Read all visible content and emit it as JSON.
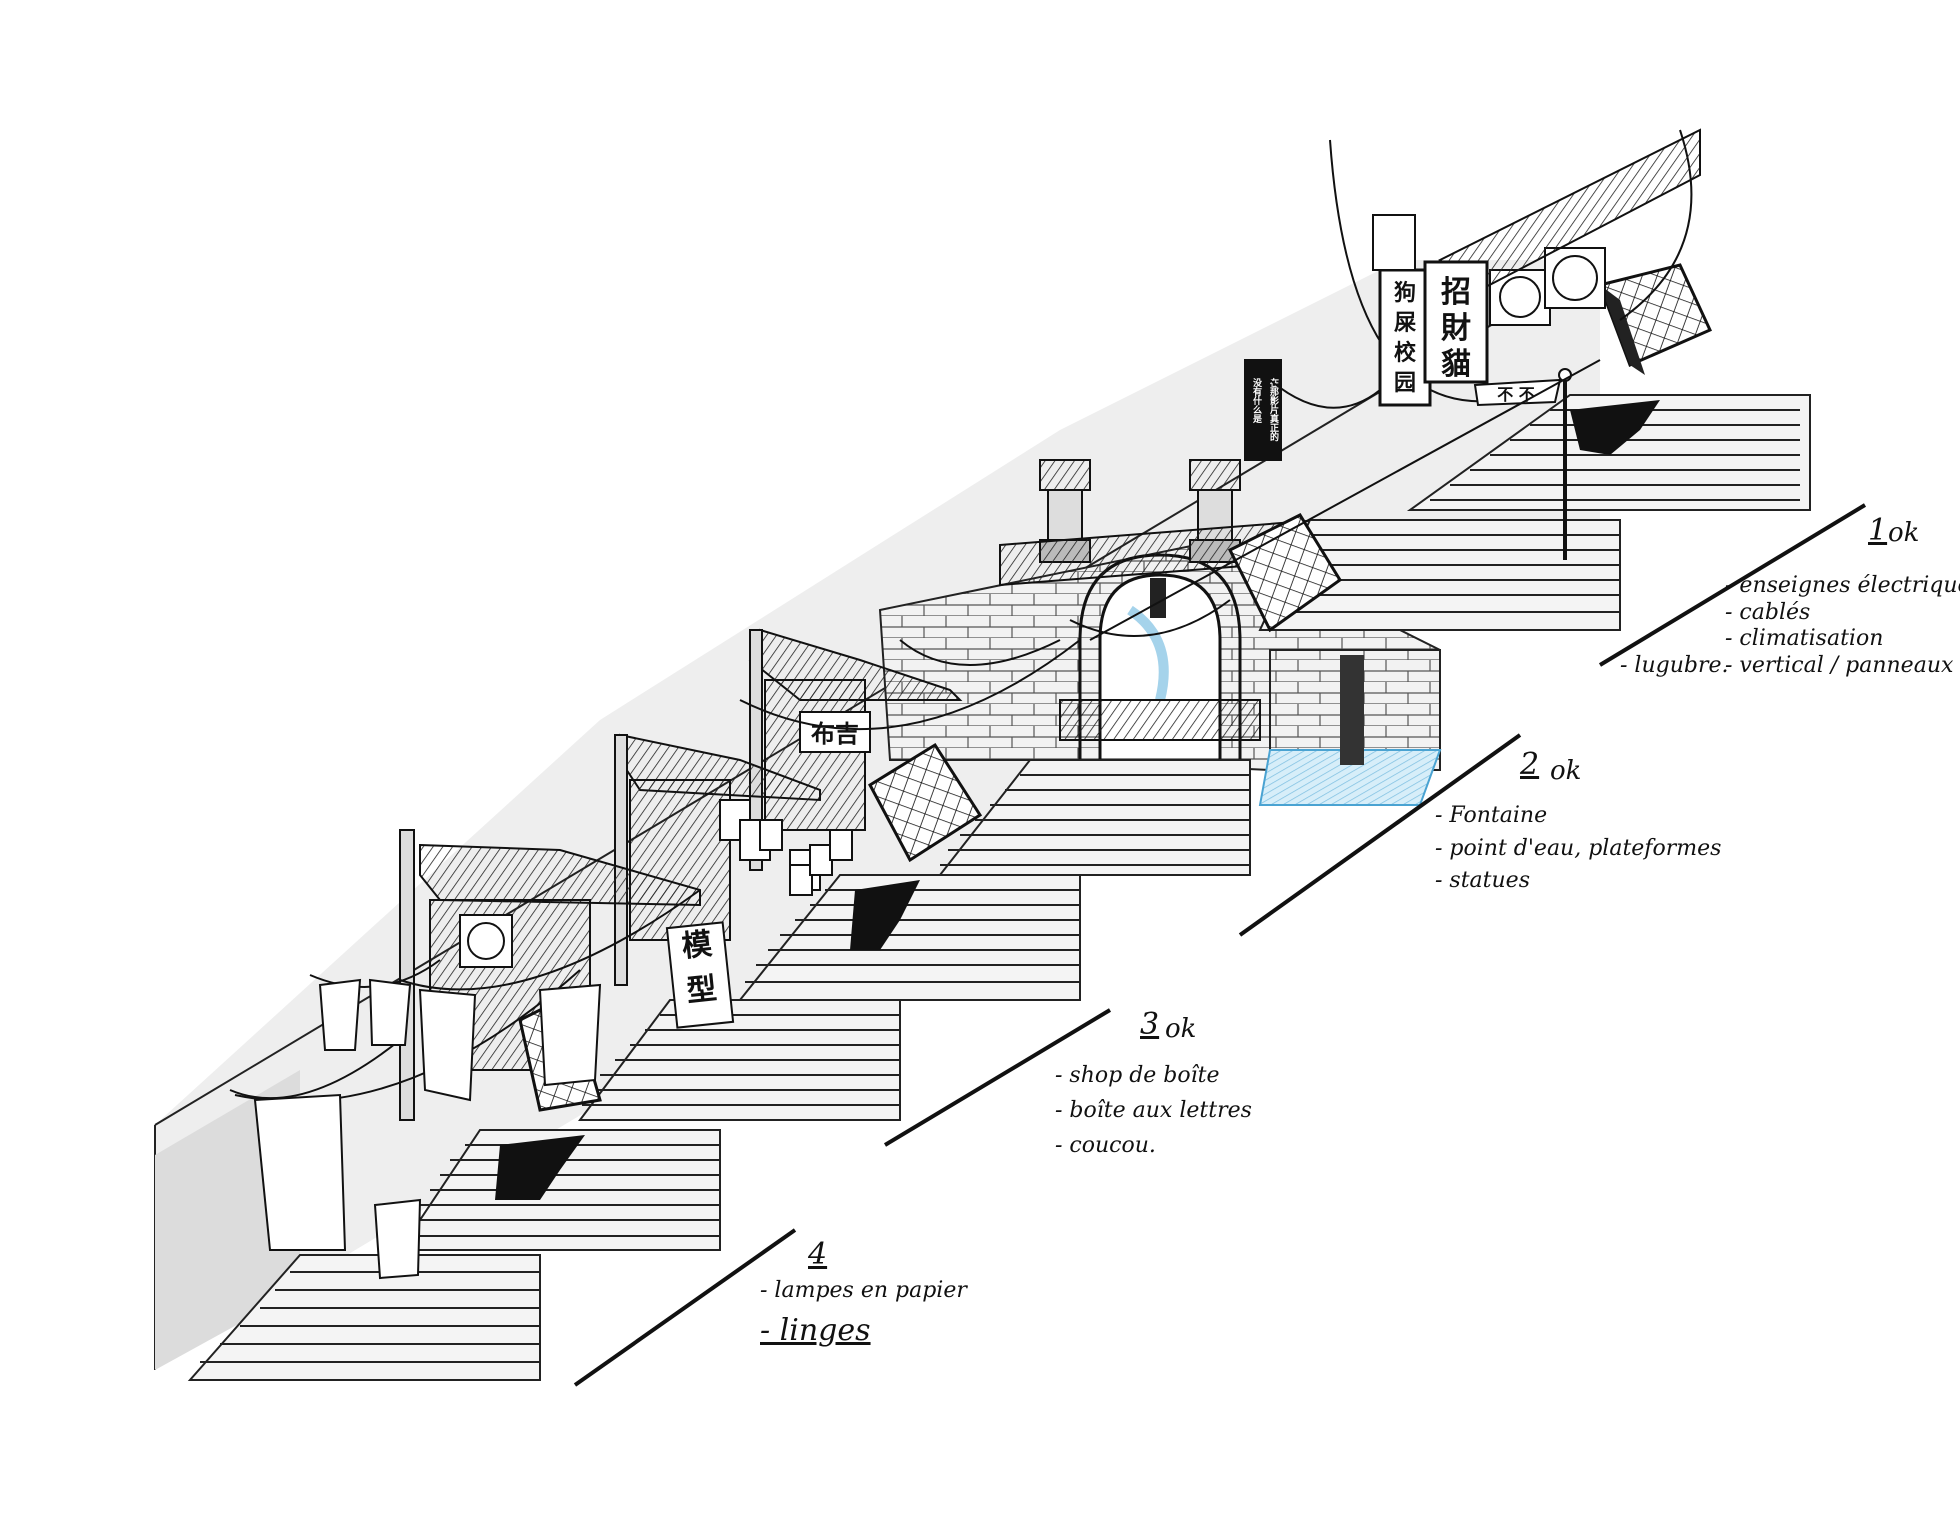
{
  "signs": {
    "vertical_white_1": [
      "狗",
      "屎",
      "校",
      "园"
    ],
    "vertical_white_2": [
      "招",
      "財",
      "貓"
    ],
    "vertical_black_col1": "在那影片真正的",
    "vertical_black_col2": "没有什么是",
    "banner_small": "不 不",
    "shop_sign_mid": "布吉",
    "shop_sign_low": [
      "模",
      "型"
    ]
  },
  "notes": {
    "section_1": {
      "number": "1",
      "status": "ok",
      "items": [
        "- enseignes électrique",
        "- cablés",
        "- climatisation",
        "- vertical / panneaux"
      ],
      "side_note": "- lugubre."
    },
    "section_2": {
      "number": "2",
      "status": "ok",
      "items": [
        "- Fontaine",
        "- point d'eau, plateformes",
        "- statues"
      ]
    },
    "section_3": {
      "number": "3",
      "status": "ok",
      "items": [
        "- shop de boîte",
        "- boîte aux lettres",
        "- coucou."
      ]
    },
    "section_4": {
      "number": "4",
      "items": [
        "- lampes en papier",
        "- linges"
      ]
    }
  },
  "colors": {
    "ink": "#111111",
    "wall": "#d9d9d9",
    "step_shade": "#c8c8c8",
    "water": "#bfe3f5"
  }
}
